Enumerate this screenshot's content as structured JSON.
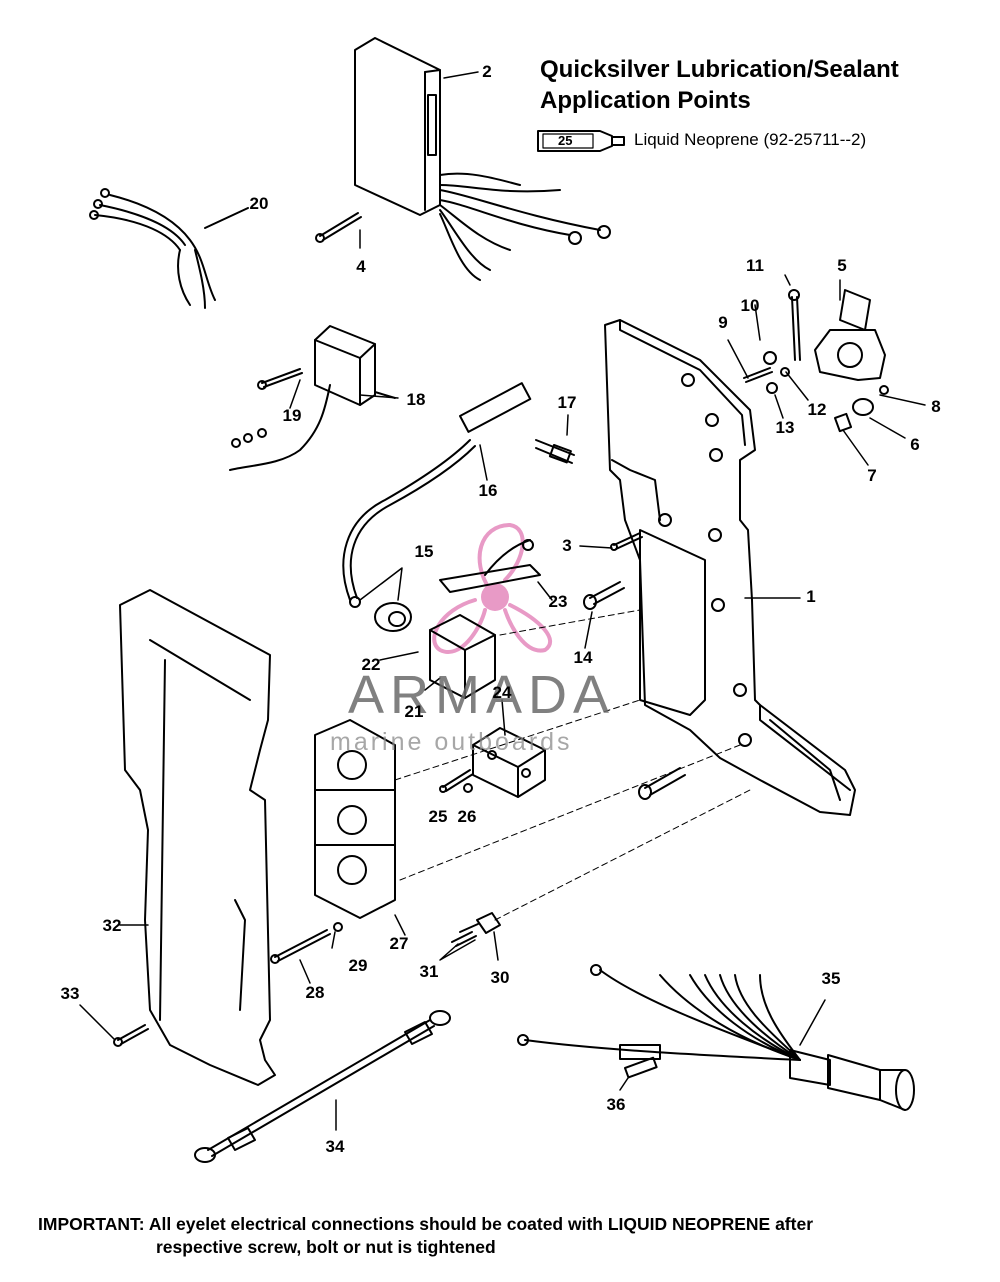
{
  "header": {
    "title_line1": "Quicksilver Lubrication/Sealant",
    "title_line2": "Application Points",
    "sealant_tube_number": "25",
    "sealant_text": "Liquid Neoprene (92-25711--2)"
  },
  "part_labels": [
    "1",
    "2",
    "3",
    "4",
    "5",
    "6",
    "7",
    "8",
    "9",
    "10",
    "11",
    "12",
    "13",
    "14",
    "15",
    "16",
    "17",
    "18",
    "19",
    "20",
    "21",
    "22",
    "23",
    "24",
    "25",
    "26",
    "27",
    "28",
    "29",
    "30",
    "31",
    "32",
    "33",
    "34",
    "35",
    "36"
  ],
  "watermark": {
    "brand": "ARMADA",
    "tagline": "marine outboards",
    "accent_color": "#e89ac6"
  },
  "footer": {
    "line1": "IMPORTANT: All eyelet electrical connections should be coated with LIQUID NEOPRENE after",
    "line2": "respective screw, bolt or nut is tightened"
  }
}
